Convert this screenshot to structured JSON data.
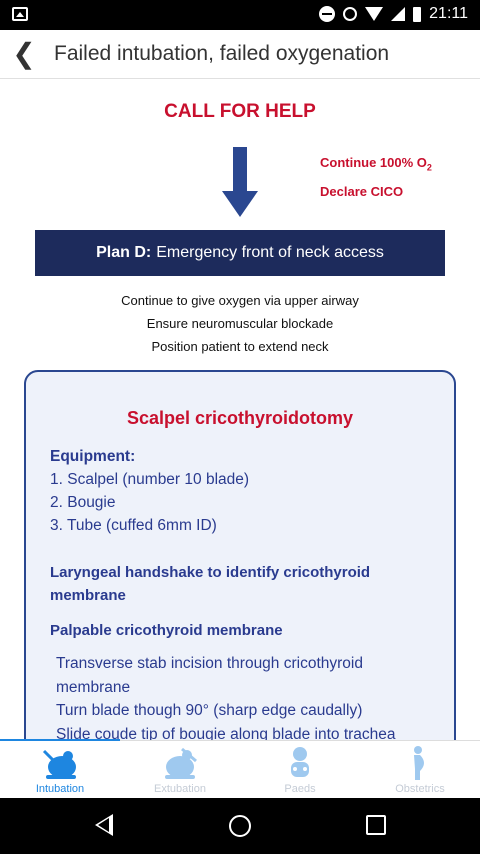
{
  "status": {
    "time": "21:11"
  },
  "appbar": {
    "title": "Failed intubation, failed oxygenation"
  },
  "call_for_help": "CALL FOR HELP",
  "notes": {
    "line1_main": "Continue 100% O",
    "line1_sub": "2",
    "line2": "Declare CICO"
  },
  "plan": {
    "prefix": "Plan D:",
    "text": "Emergency front of neck access"
  },
  "steps": [
    "Continue to give oxygen via upper airway",
    "Ensure neuromuscular blockade",
    "Position patient to extend neck"
  ],
  "panel": {
    "title": "Scalpel cricothyroidotomy",
    "equipment_heading": "Equipment:",
    "equipment": [
      "1. Scalpel (number 10 blade)",
      "2. Bougie",
      "3. Tube (cuffed 6mm ID)"
    ],
    "handshake": "Laryngeal handshake to identify cricothyroid membrane",
    "palpable": "Palpable cricothyroid membrane",
    "incision": [
      "Transverse stab incision through cricothyroid membrane",
      "Turn blade though 90° (sharp edge caudally)",
      "Slide coude tip of bougie along blade into trachea"
    ]
  },
  "tabs": [
    {
      "label": "Intubation",
      "active": true
    },
    {
      "label": "Extubation",
      "active": false
    },
    {
      "label": "Paeds",
      "active": false
    },
    {
      "label": "Obstetrics",
      "active": false
    }
  ],
  "colors": {
    "accent": "#1e86e0",
    "red": "#c8102e",
    "navy": "#1d2b5c",
    "blue": "#2a3b8f"
  }
}
